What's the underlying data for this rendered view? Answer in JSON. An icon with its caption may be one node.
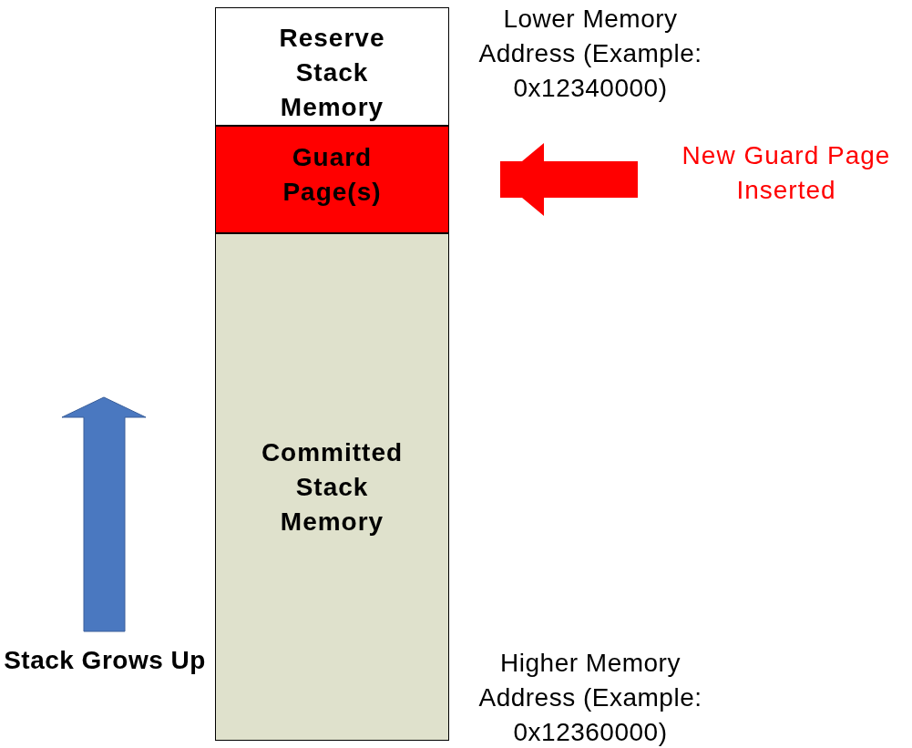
{
  "diagram": {
    "nodes": [
      {
        "text": [
          "Reserve Stack Memory"
        ]
      },
      {
        "text": [
          "Guard Page(s)"
        ]
      },
      {
        "text": [
          "Committed Stack Memory"
        ]
      },
      {
        "text": [
          "New Guard Page Inserted"
        ]
      }
    ],
    "edges": [
      {
        "from": 3,
        "to": 1,
        "arrow": "to"
      }
    ],
    "labels": [
      "Lower Memory Address (Example: 0x12340000)",
      "Stack Grows Up",
      "Higher Memory Address (Example: 0x12360000)"
    ]
  }
}
